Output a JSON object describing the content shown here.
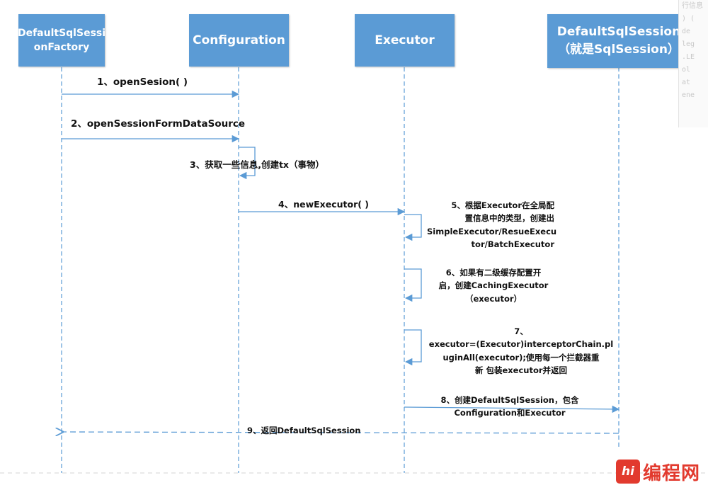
{
  "participants": [
    {
      "label": "DefaultSqlSessi\nonFactory"
    },
    {
      "label": "Configuration"
    },
    {
      "label": "Executor"
    },
    {
      "label": "DefaultSqlSession\n（就是SqlSession）"
    }
  ],
  "messages": [
    {
      "text": "1、openSesion( )"
    },
    {
      "text": "2、openSessionFormDataSource"
    },
    {
      "text": "3、获取一些信息,创建tx（事物）"
    },
    {
      "text": "4、newExecutor( )"
    },
    {
      "text": "5、根据Executor在全局配\n置信息中的类型，创建出\nSimpleExecutor/ResueExecu\ntor/BatchExecutor"
    },
    {
      "text": "6、如果有二级缓存配置开\n启，创建CachingExecutor\n（executor）"
    },
    {
      "text": "7、\nexecutor=(Executor)interceptorChain.pl\nuginAll(executor);使用每一个拦截器重\n新 包装executor并返回"
    },
    {
      "text": "8、创建DefaultSqlSession，包含\nConfiguration和Executor"
    },
    {
      "text": "9、返回DefaultSqlSession"
    }
  ],
  "side_panel": {
    "lines": [
      "行信息",
      ") (",
      "de",
      "leg",
      ".LE",
      "ol",
      "at",
      "ene"
    ]
  },
  "watermark": {
    "logo": "hi",
    "text": "编程网"
  },
  "colors": {
    "box": "#5b9bd5",
    "line": "#5b9bd5",
    "text": "#111111",
    "watermark": "#e23a2e"
  }
}
